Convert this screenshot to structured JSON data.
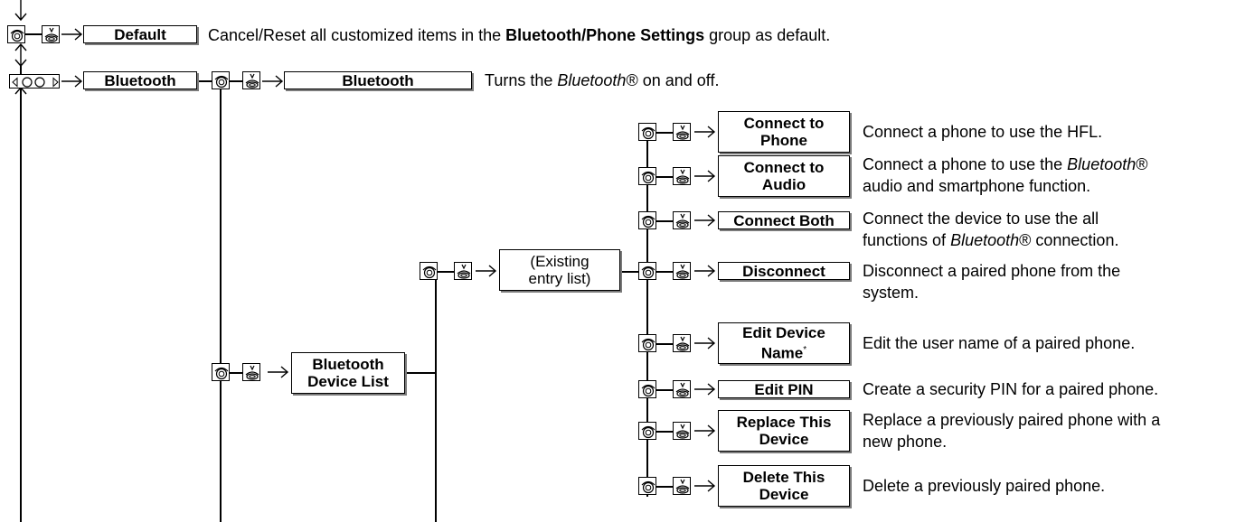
{
  "default_row": {
    "label": "Default",
    "desc_pre": "Cancel/Reset all customized items in the ",
    "desc_bold": "Bluetooth/Phone Settings",
    "desc_post": " group as default."
  },
  "bluetooth_row": {
    "label": "Bluetooth",
    "sub_label": "Bluetooth",
    "desc_pre": "Turns the ",
    "desc_italic": "Bluetooth",
    "desc_post": "® on and off."
  },
  "device_list": {
    "label_line1": "Bluetooth",
    "label_line2": "Device List"
  },
  "existing_entry": {
    "label_line1": "(Existing",
    "label_line2": "entry list)"
  },
  "items": [
    {
      "line1": "Connect to",
      "line2": "Phone",
      "desc_line1": "Connect a phone to use the HFL.",
      "desc_line2": ""
    },
    {
      "line1": "Connect to",
      "line2": "Audio",
      "desc_line1a": "Connect a phone to use the ",
      "desc_line1_italic": "Bluetooth",
      "desc_line1b": "®",
      "desc_line2": "audio and smartphone function."
    },
    {
      "line1": "Connect Both",
      "desc_line1": "Connect the device to use the all",
      "desc_line2a": "functions of ",
      "desc_line2_italic": "Bluetooth",
      "desc_line2b": "® connection."
    },
    {
      "line1": "Disconnect",
      "desc_line1": "Disconnect a paired phone from the",
      "desc_line2": "system."
    },
    {
      "line1": "Edit Device",
      "line2": "Name",
      "marker": "*",
      "desc_line1": "Edit the user name of a paired phone."
    },
    {
      "line1": "Edit PIN",
      "desc_line1": "Create a security PIN for a paired phone."
    },
    {
      "line1": "Replace This",
      "line2": "Device",
      "desc_line1": "Replace a previously paired phone with a",
      "desc_line2": "new phone."
    },
    {
      "line1": "Delete This",
      "line2": "Device",
      "desc_line1": "Delete a previously paired phone."
    }
  ],
  "icons": {
    "dial": "rotary-dial-icon",
    "press": "press-button-icon",
    "keys": "left-right-selector-icon",
    "arrow": "right-arrow-icon"
  }
}
